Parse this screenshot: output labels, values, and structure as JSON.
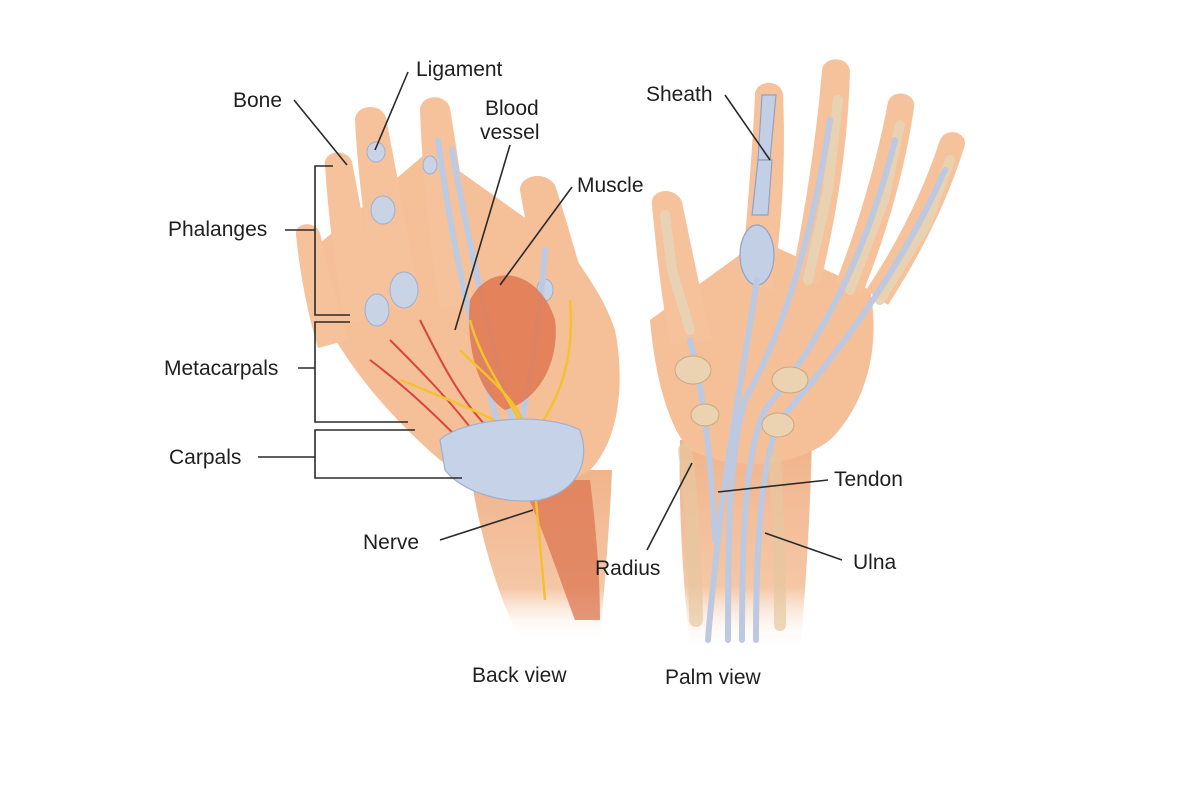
{
  "labels": {
    "bone": "Bone",
    "ligament": "Ligament",
    "blood_vessel_line1": "Blood",
    "blood_vessel_line2": "vessel",
    "muscle": "Muscle",
    "phalanges": "Phalanges",
    "metacarpals": "Metacarpals",
    "carpals": "Carpals",
    "nerve": "Nerve",
    "sheath": "Sheath",
    "tendon": "Tendon",
    "radius": "Radius",
    "ulna": "Ulna"
  },
  "captions": {
    "back_view": "Back view",
    "palm_view": "Palm view"
  },
  "colors": {
    "skin": "#f6c39e",
    "skin_shadow": "#e9a57a",
    "bone": "#f2dcc0",
    "tendon": "#b9c6df",
    "muscle": "#e07a55",
    "vessel": "#d9463b",
    "nerve": "#f2c230"
  }
}
